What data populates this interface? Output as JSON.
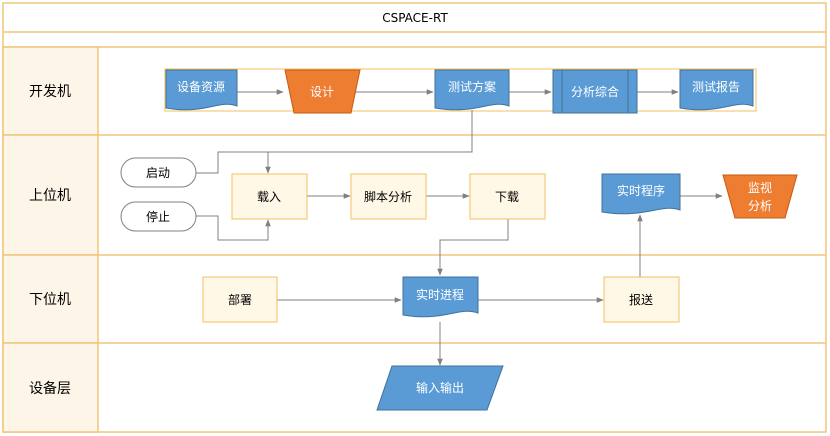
{
  "title": "CSPACE-RT",
  "colors": {
    "border": "#f2c57a",
    "lane_label_bg": "#fdf5e8",
    "blue": "#5b9bd5",
    "blue_dark": "#41719c",
    "orange": "#ed7d31",
    "box_fill": "#fff8e6",
    "box_stroke": "#f0c060",
    "arrow": "#808080"
  },
  "lanes": {
    "dev": "开发机",
    "host": "上位机",
    "lower": "下位机",
    "device": "设备层"
  },
  "nodes": {
    "res": "设备资源",
    "design": "设计",
    "plan": "测试方案",
    "analysis": "分析综合",
    "report": "测试报告",
    "start": "启动",
    "stop": "停止",
    "load": "载入",
    "script": "脚本分析",
    "download": "下载",
    "rtprog": "实时程序",
    "monitor1": "监视",
    "monitor2": "分析",
    "deploy": "部署",
    "rtproc": "实时进程",
    "send": "报送",
    "io": "输入输出"
  }
}
